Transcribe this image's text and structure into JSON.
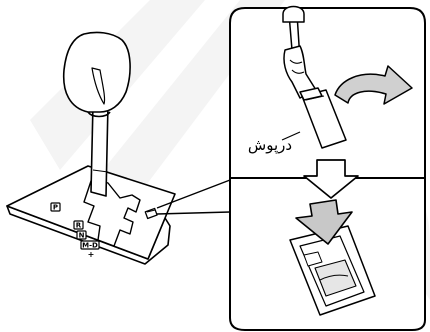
{
  "callout_label": "درپوش",
  "shift_gate": {
    "positions": [
      "P",
      "R",
      "N",
      "M-D"
    ],
    "plus_mark": "+"
  },
  "colors": {
    "line": "#000000",
    "fill": "#ffffff",
    "shade": "#d0d0d0",
    "watermark": "#f4f4f4"
  },
  "icons": {
    "cover_removal_arrow": "curved-arrow-icon",
    "step_down_arrow": "down-arrow-icon",
    "insert_arrow": "down-arrow-icon"
  }
}
